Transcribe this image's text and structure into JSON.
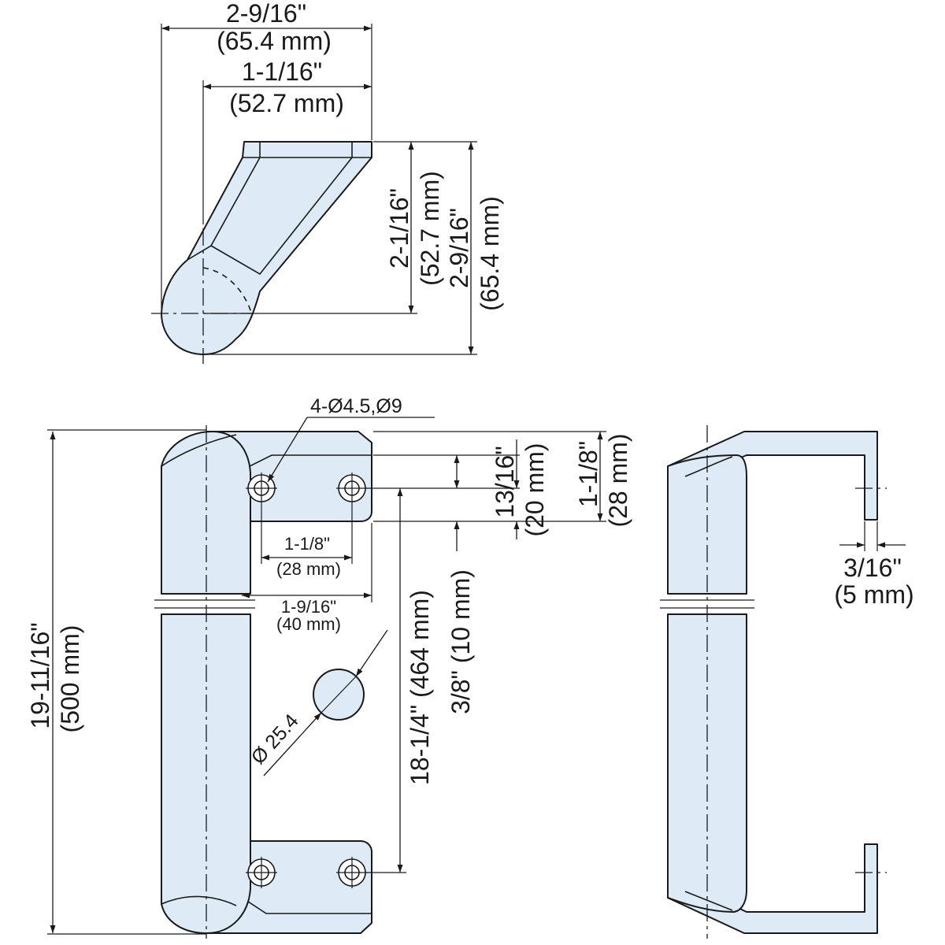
{
  "top_view": {
    "width_in": "2-9/16\"",
    "width_mm": "(65.4 mm)",
    "inner_in": "1-1/16\"",
    "inner_mm": "(52.7 mm)",
    "height_inner_in": "2-1/16\"",
    "height_inner_mm": "(52.7 mm)",
    "height_outer_in": "2-9/16\"",
    "height_outer_mm": "(65.4 mm)"
  },
  "front_view": {
    "holes": "4-Ø4.5,Ø9",
    "hole_pitch_in": "1-1/8\"",
    "hole_pitch_mm": "(28 mm)",
    "base_width_in": "1-9/16\"",
    "base_width_mm": "(40 mm)",
    "hole_offset_in": "13/16\"",
    "hole_offset_mm": "(20 mm)",
    "base_height_in": "1-1/8\"",
    "base_height_mm": "(28 mm)",
    "overall_in": "19-11/16\"",
    "overall_mm": "(500 mm)",
    "center_in": "18-1/4\" (464 mm)",
    "thickness": "3/8\" (10 mm)",
    "diameter": "Ø 25.4"
  },
  "side_view": {
    "plate_in": "3/16\"",
    "plate_mm": "(5 mm)"
  }
}
